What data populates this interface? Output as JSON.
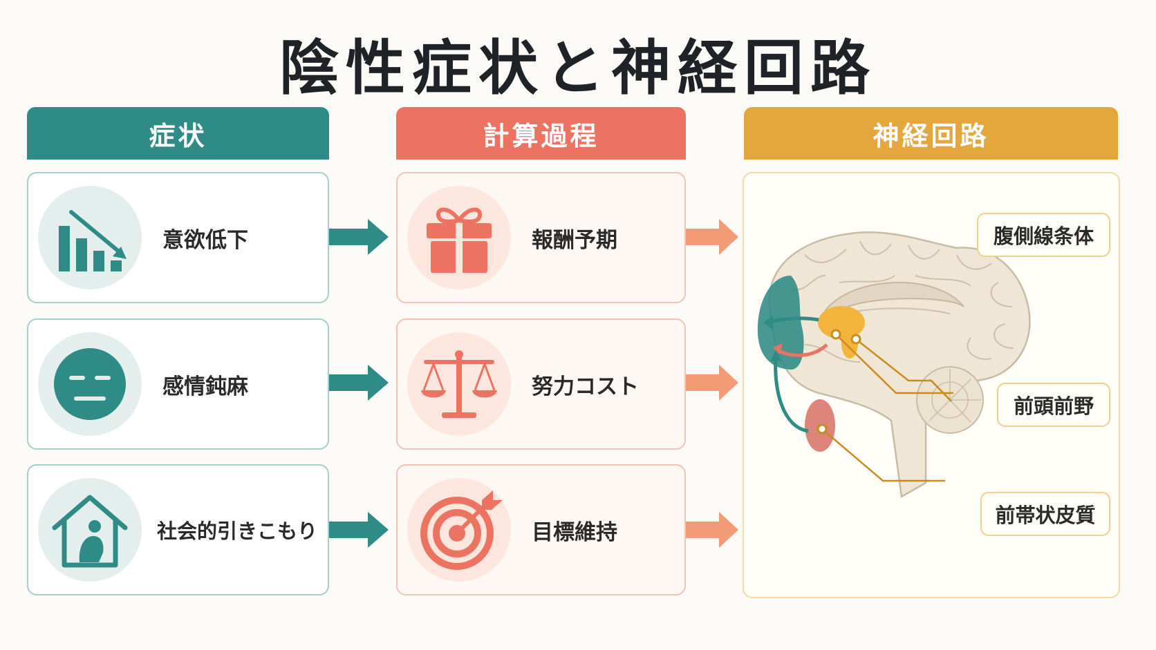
{
  "title": "陰性症状と神経回路",
  "columns": {
    "symptom": "症状",
    "process": "計算過程",
    "circuit": "神経回路"
  },
  "symptoms": [
    {
      "label": "意欲低下",
      "icon": "declining-bar-chart-icon"
    },
    {
      "label": "感情鈍麻",
      "icon": "neutral-face-icon"
    },
    {
      "label": "社会的引きこもり",
      "icon": "person-in-house-icon"
    }
  ],
  "processes": [
    {
      "label": "報酬予期",
      "icon": "gift-box-icon"
    },
    {
      "label": "努力コスト",
      "icon": "balance-scale-icon"
    },
    {
      "label": "目標維持",
      "icon": "target-arrow-icon"
    }
  ],
  "regions": [
    {
      "label": "腹側線条体",
      "color": "#f2b43a"
    },
    {
      "label": "前頭前野",
      "color": "#2f8b86"
    },
    {
      "label": "前帯状皮質",
      "color": "#d9776d"
    }
  ],
  "colors": {
    "teal": "#2f8b86",
    "coral": "#ec7262",
    "amber": "#e6a63e",
    "leader": "#c98a1e"
  }
}
